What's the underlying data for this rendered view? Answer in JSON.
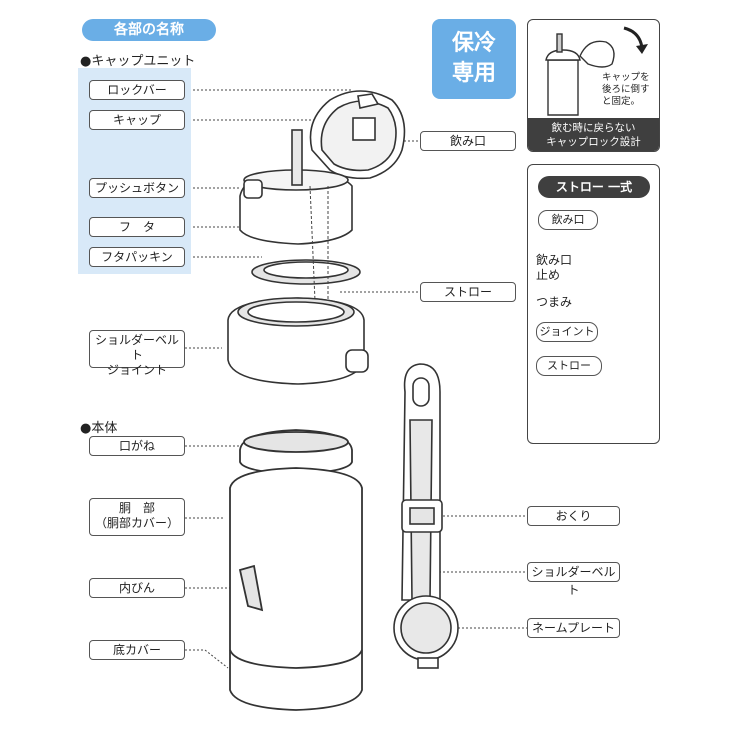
{
  "header": {
    "title": "各部の名称"
  },
  "sections": {
    "cap_unit": "●キャップユニット",
    "body": "●本体"
  },
  "labels": {
    "lock_bar": "ロックバー",
    "cap": "キャップ",
    "push_button": "プッシュボタン",
    "lid": "フ　タ",
    "lid_packing": "フタパッキン",
    "shoulder_joint_1": "ショルダーベルト",
    "shoulder_joint_2": "ジョイント",
    "mouth": "口がね",
    "body_1": "胴　部",
    "body_2": "（胴部カバー）",
    "inner_bottle": "内びん",
    "bottom_cover": "底カバー",
    "spout": "飲み口",
    "straw": "ストロー",
    "okuri": "おくり",
    "shoulder_belt": "ショルダーベルト",
    "name_plate": "ネームプレート"
  },
  "badge": {
    "line1": "保冷",
    "line2": "専用"
  },
  "cap_lock": {
    "note": [
      "キャップを",
      "後ろに倒す",
      "と固定。"
    ],
    "caption": [
      "飲む時に戻らない",
      "キャップロック設計"
    ]
  },
  "straw_set": {
    "title": "ストロー 一式",
    "spout": "飲み口",
    "stopper_1": "飲み口",
    "stopper_2": "止め",
    "tab": "つまみ",
    "joint": "ジョイント",
    "straw": "ストロー"
  },
  "colors": {
    "accent_blue": "#6aaee6",
    "panel_blue": "#d8e9f8",
    "dark": "#3f3f3f",
    "line": "#333333"
  }
}
